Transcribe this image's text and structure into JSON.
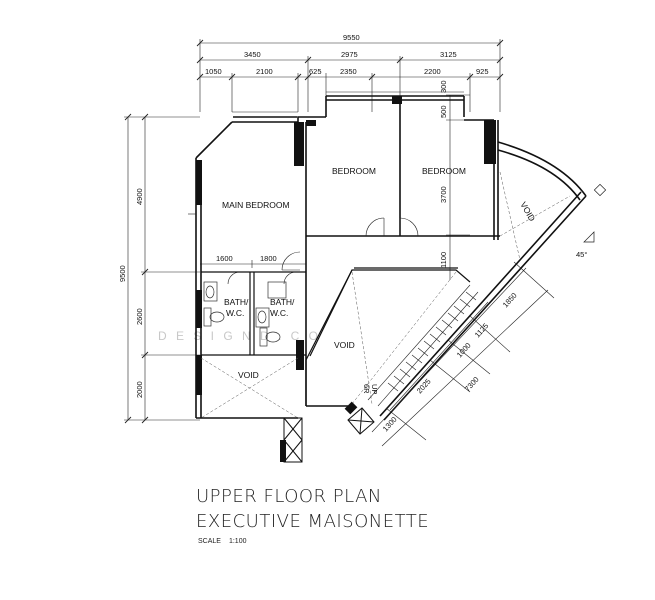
{
  "title": {
    "line1": "UPPER FLOOR PLAN",
    "line2": "EXECUTIVE MAISONETTE",
    "scale_label": "SCALE",
    "scale_value": "1:100"
  },
  "rooms": {
    "main_bedroom": "MAIN BEDROOM",
    "bedroom1": "BEDROOM",
    "bedroom2": "BEDROOM",
    "bath1_a": "BATH/",
    "bath1_b": "W.C.",
    "bath2_a": "BATH/",
    "bath2_b": "W.C.",
    "void_right": "VOID",
    "void_center": "VOID",
    "void_bottom": "VOID",
    "stair_up1": "UP",
    "stair_up2": "6R"
  },
  "dimensions": {
    "overall_width": "9550",
    "row2": [
      "3450",
      "2975",
      "3125"
    ],
    "row3": [
      "1050",
      "2100",
      "625",
      "2350",
      "2200",
      "925"
    ],
    "overall_height": "9500",
    "left_col": [
      "4900",
      "2600",
      "2000"
    ],
    "bath_widths": [
      "1600",
      "1800"
    ],
    "v300": "300",
    "v500": "500",
    "v3700": "3700",
    "v1100": "1100",
    "diag": [
      "1850",
      "1125",
      "1000",
      "2025",
      "1300"
    ],
    "diag_total": "7300",
    "angle": "45°"
  },
  "watermark": "D E S I G N   D . C O"
}
